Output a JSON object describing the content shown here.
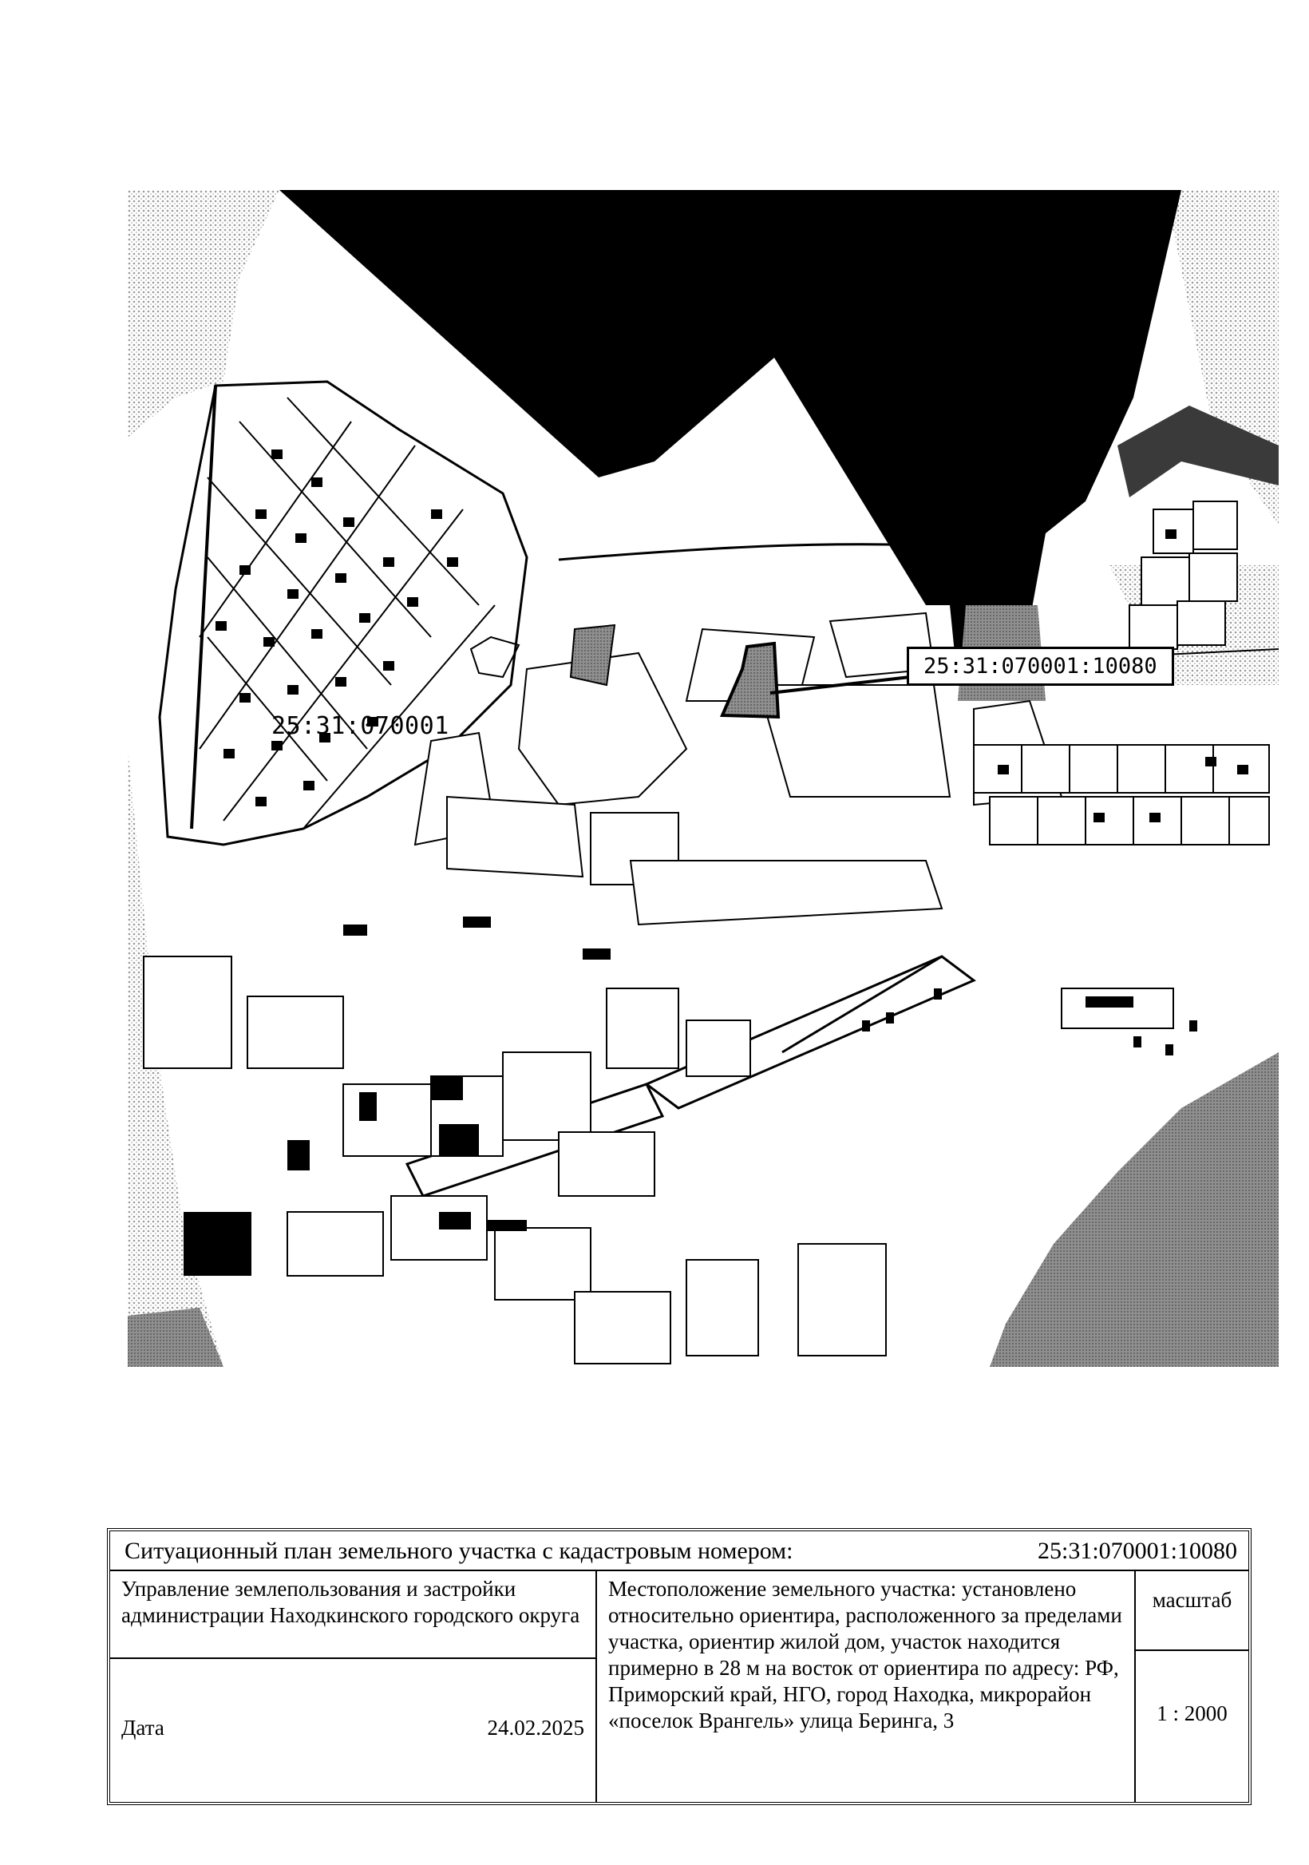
{
  "map": {
    "area_label": "25:31:070001",
    "parcel_label": "25:31:070001:10080"
  },
  "stamp": {
    "title": "Ситуационный план  земельного участка с кадастровым номером:",
    "cadastral_number": "25:31:070001:10080",
    "organization": "Управление землепользования и застройки администрации Находкинского городского округа",
    "date_label": "Дата",
    "date_value": "24.02.2025",
    "location": "Местоположение земельного участка: установлено относительно ориентира, расположенного за  пределами участка, ориентир жилой дом, участок находится  примерно в 28 м на восток  от ориентира  по адресу:  РФ, Приморский  край, НГО, город Находка, микрорайон «поселок Врангель»  улица Беринга, 3",
    "scale_label": "масштаб",
    "scale_value": "1 : 2000"
  },
  "colors": {
    "ink": "#000000",
    "hatch": "#8a8a8a",
    "paper": "#ffffff"
  }
}
